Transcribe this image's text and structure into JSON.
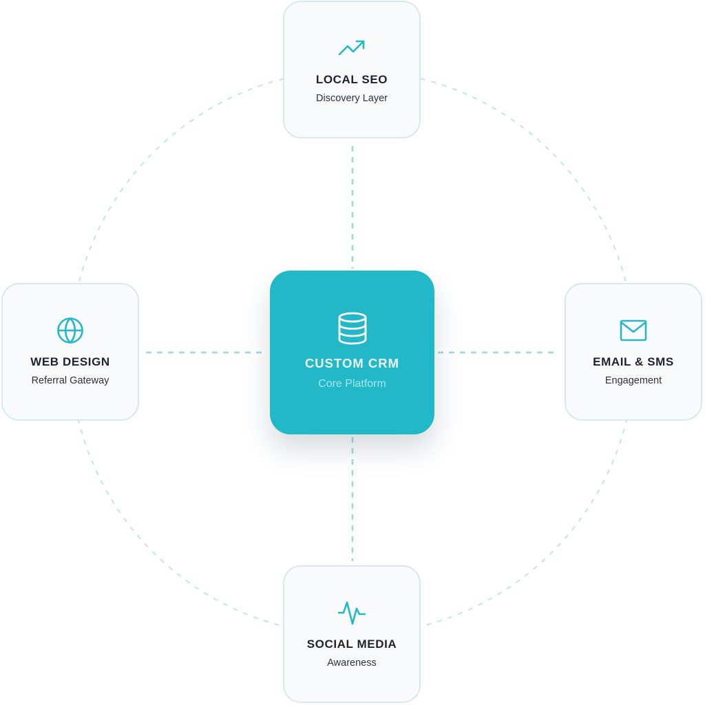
{
  "colors": {
    "accent": "#22b8c7",
    "node_background": "#f9fafc",
    "node_border": "#d8e8ef",
    "connector": "#a9dde5",
    "title_text": "#1c2230"
  },
  "core": {
    "icon": "database-icon",
    "title": "CUSTOM CRM",
    "subtitle": "Core Platform"
  },
  "nodes": {
    "top": {
      "icon": "trending-up-icon",
      "title": "LOCAL SEO",
      "subtitle": "Discovery Layer"
    },
    "left": {
      "icon": "globe-icon",
      "title": "WEB DESIGN",
      "subtitle": "Referral Gateway"
    },
    "right": {
      "icon": "mail-icon",
      "title": "EMAIL & SMS",
      "subtitle": "Engagement"
    },
    "bottom": {
      "icon": "activity-icon",
      "title": "SOCIAL MEDIA",
      "subtitle": "Awareness"
    }
  }
}
